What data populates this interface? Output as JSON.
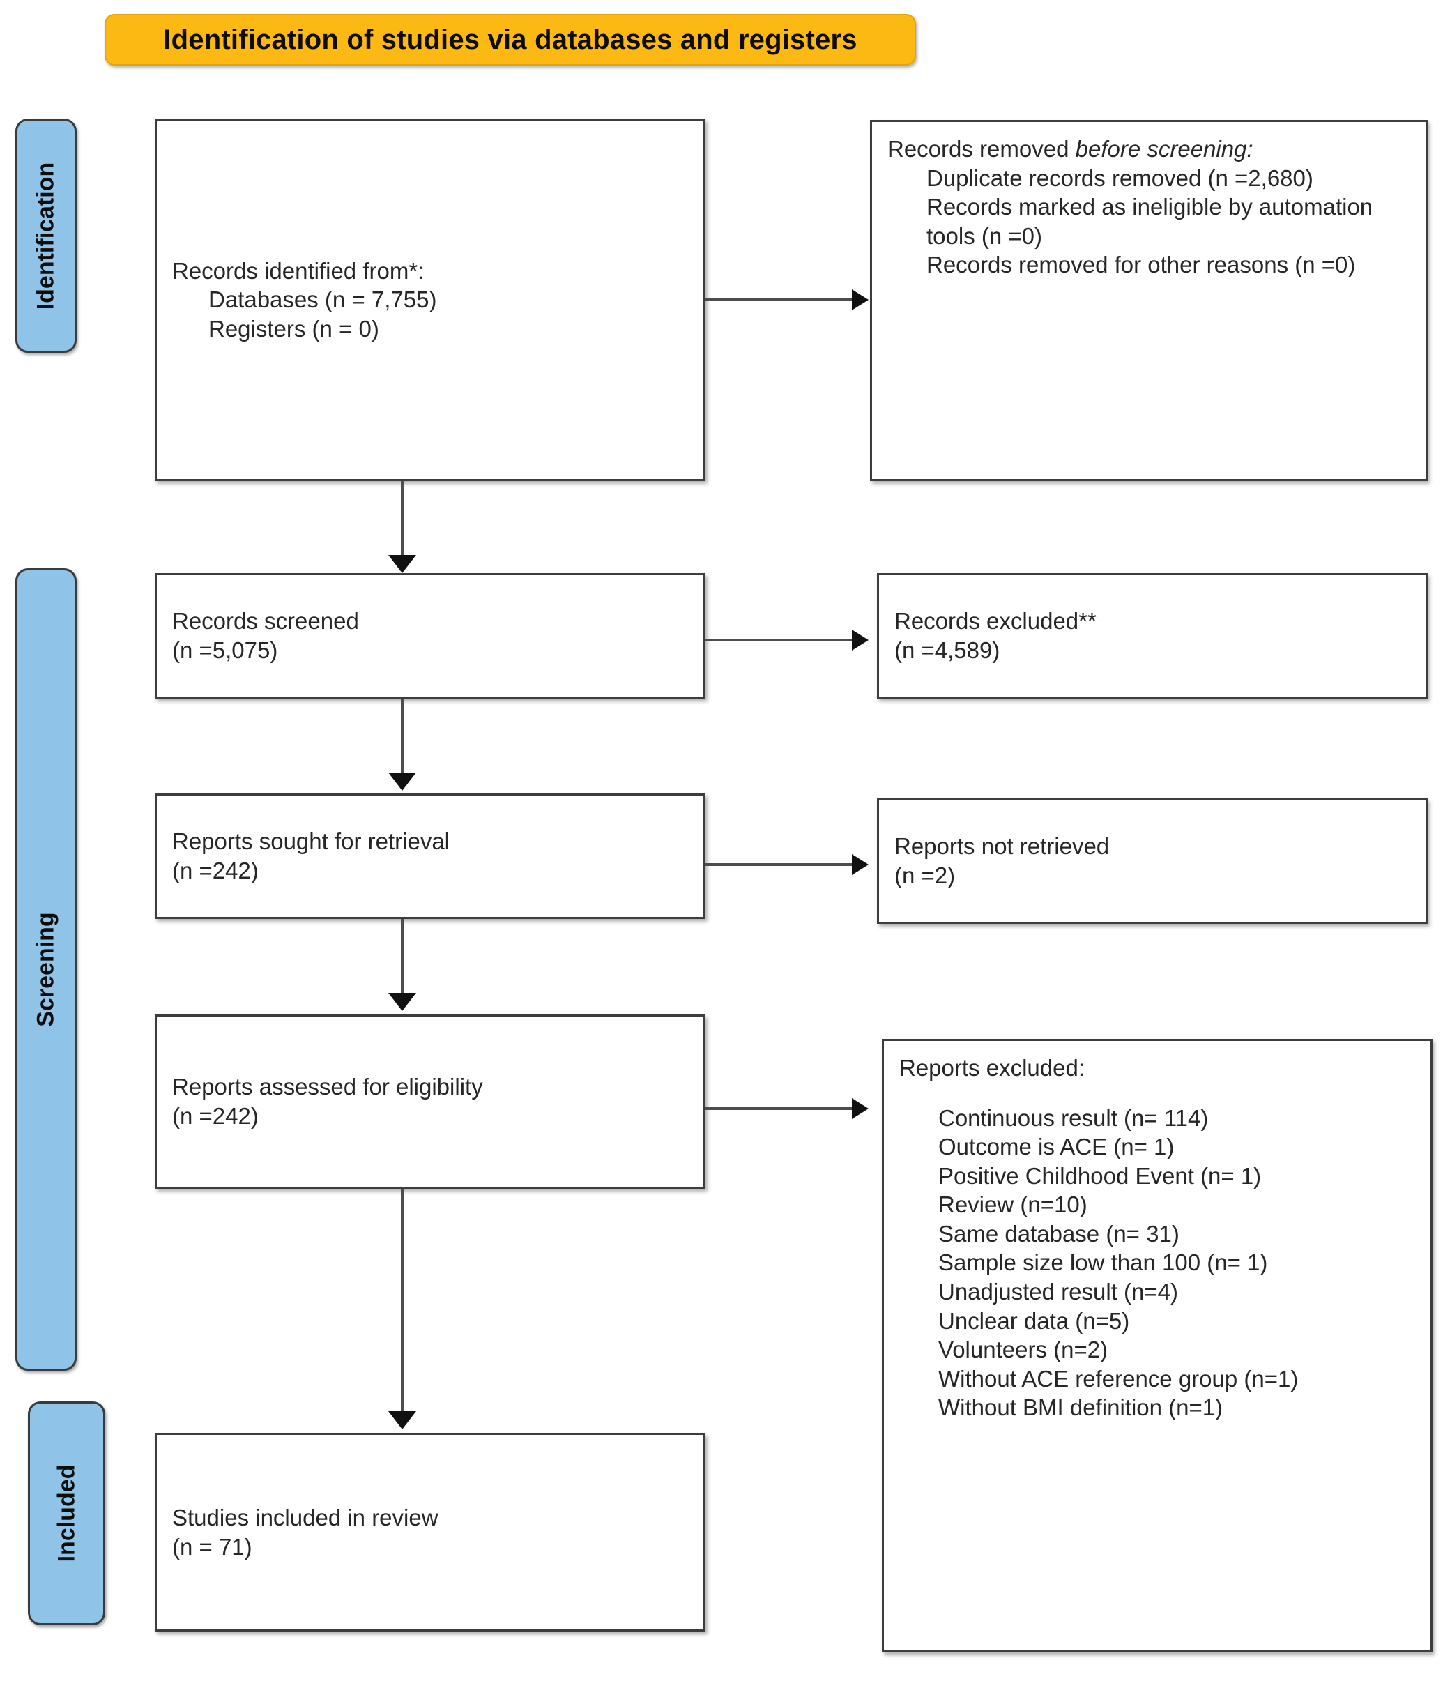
{
  "diagram": {
    "title": "Identification of studies via databases and registers",
    "accent_color": "#FDB913",
    "stage_color": "#8FC4E8",
    "box_border_color": "#3d3d3d"
  },
  "stages": [
    {
      "key": "identification",
      "label": "Identification"
    },
    {
      "key": "screening",
      "label": "Screening"
    },
    {
      "key": "included",
      "label": "Included"
    }
  ],
  "boxes": {
    "records_identified": {
      "title": "Records identified from*:",
      "items": [
        "Databases (n = 7,755)",
        "Registers (n = 0)"
      ]
    },
    "records_removed": {
      "title_normal": "Records removed ",
      "title_italic": "before screening:",
      "items": [
        "Duplicate records removed (n =2,680)",
        "Records marked as ineligible by automation tools (n =0)",
        "Records removed for other reasons (n =0)"
      ]
    },
    "records_screened": {
      "line1": "Records screened",
      "line2": "(n =5,075)"
    },
    "records_excluded": {
      "line1": "Records excluded**",
      "line2": "(n =4,589)"
    },
    "reports_sought": {
      "line1": "Reports sought for retrieval",
      "line2": "(n =242)"
    },
    "reports_not_retrieved": {
      "line1": "Reports not retrieved",
      "line2": "(n =2)"
    },
    "reports_assessed": {
      "line1": "Reports assessed for eligibility",
      "line2": "(n =242)"
    },
    "reports_excluded": {
      "title": "Reports excluded:",
      "items": [
        "Continuous result (n= 114)",
        "Outcome is ACE (n= 1)",
        "Positive Childhood Event (n= 1)",
        "Review (n=10)",
        "Same database (n= 31)",
        "Sample size low than 100 (n= 1)",
        "Unadjusted result (n=4)",
        "Unclear data (n=5)",
        "Volunteers (n=2)",
        "Without ACE reference group (n=1)",
        "Without BMI definition (n=1)"
      ]
    },
    "studies_included": {
      "line1": "Studies included in review",
      "line2": "(n = 71)"
    }
  }
}
